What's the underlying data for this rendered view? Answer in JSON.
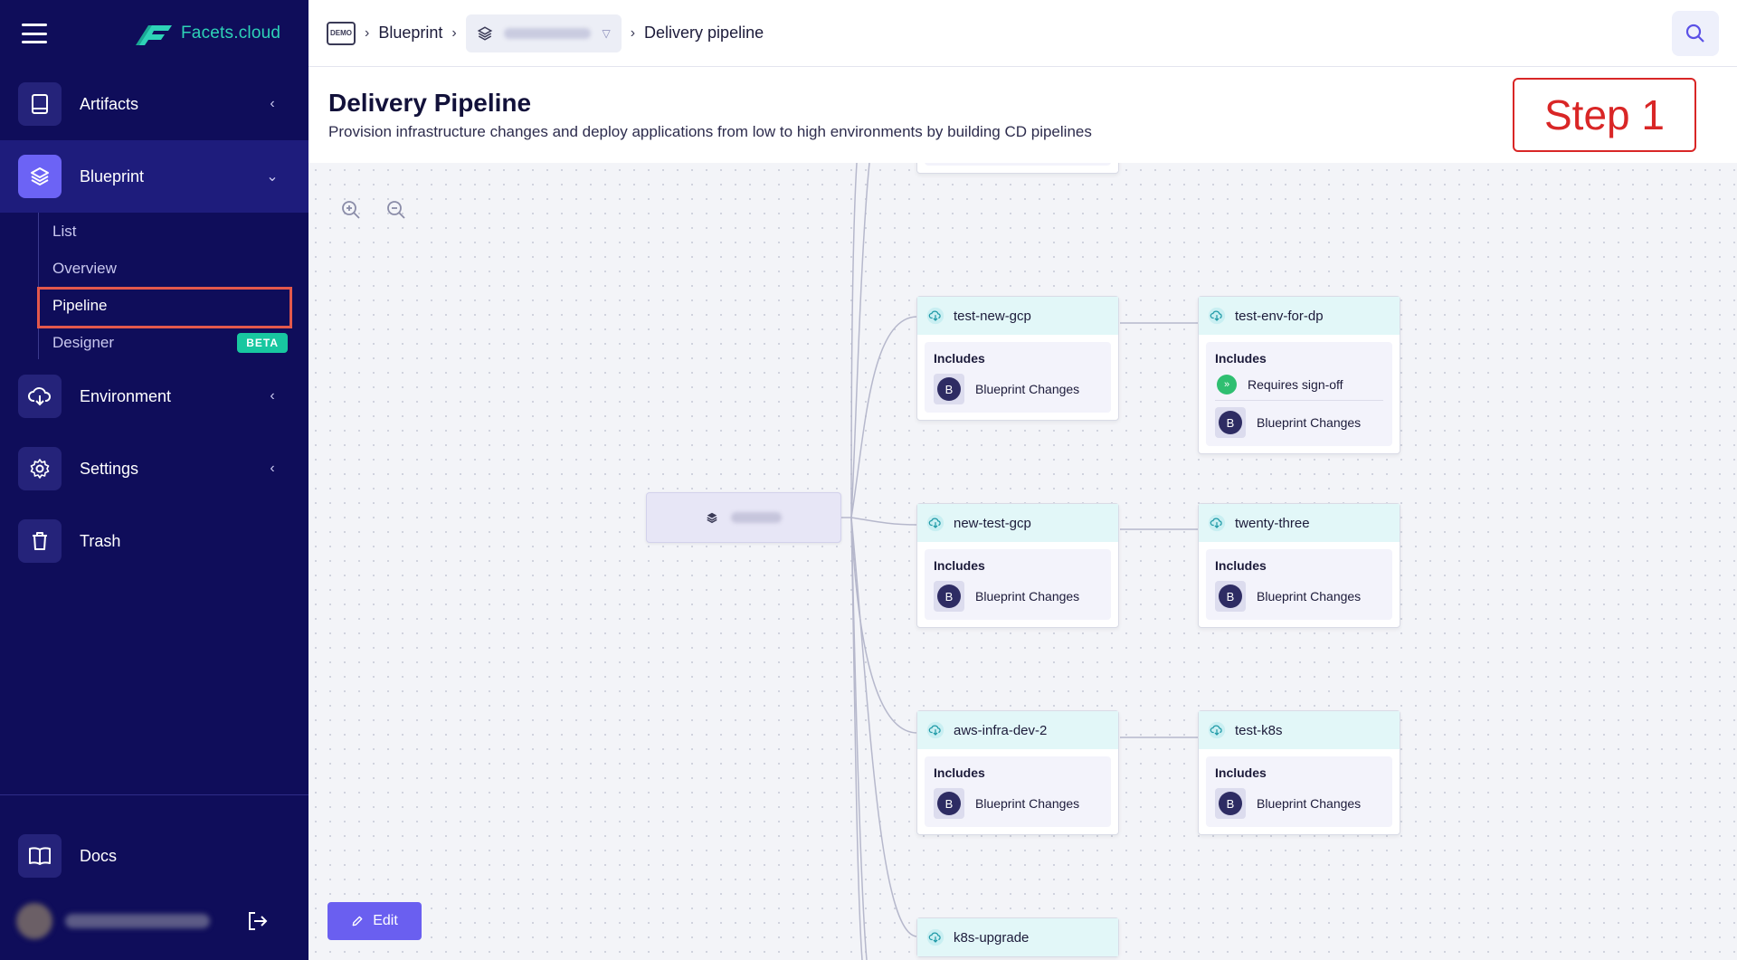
{
  "sidebar": {
    "brand": "Facets.cloud",
    "items": [
      {
        "label": "Artifacts"
      },
      {
        "label": "Blueprint"
      },
      {
        "label": "Environment"
      },
      {
        "label": "Settings"
      },
      {
        "label": "Trash"
      },
      {
        "label": "Docs"
      }
    ],
    "blueprint_sub": [
      {
        "label": "List"
      },
      {
        "label": "Overview"
      },
      {
        "label": "Pipeline"
      },
      {
        "label": "Designer",
        "badge": "BETA"
      }
    ]
  },
  "topbar": {
    "demo_label": "DEMO",
    "crumb_blueprint": "Blueprint",
    "crumb_current": "Delivery pipeline"
  },
  "header": {
    "title": "Delivery Pipeline",
    "description": "Provision infrastructure changes and deploy applications from low to high environments by building CD pipelines",
    "step": "Step 1"
  },
  "pipeline": {
    "includes_label": "Includes",
    "blueprint_changes": "Blueprint Changes",
    "badge_letter": "B",
    "envs": [
      {
        "name": "test-new-gcp"
      },
      {
        "name": "test-env-for-dp",
        "signoff": "Requires sign-off"
      },
      {
        "name": "new-test-gcp"
      },
      {
        "name": "twenty-three"
      },
      {
        "name": "aws-infra-dev-2"
      },
      {
        "name": "test-k8s"
      },
      {
        "name": "k8s-upgrade"
      }
    ]
  },
  "actions": {
    "edit": "Edit"
  },
  "colors": {
    "sidebar_bg": "#0f0d5a",
    "accent": "#6a5ff0",
    "brand_teal": "#2ed3b7",
    "env_header": "#e2f7f8",
    "step_red": "#d92626"
  }
}
